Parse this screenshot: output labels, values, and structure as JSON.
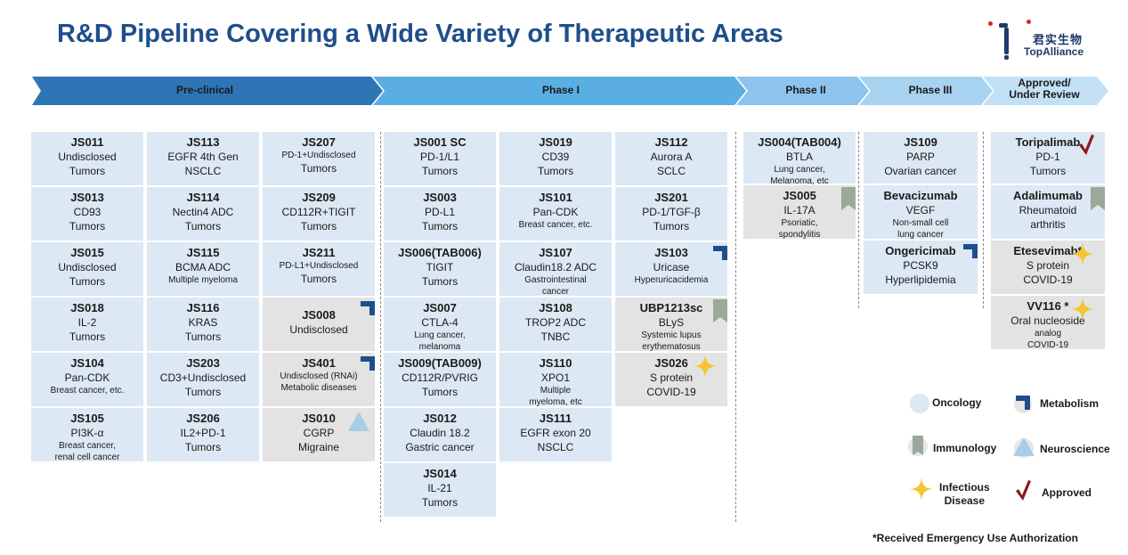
{
  "title": "R&D Pipeline Covering a Wide Variety of Therapeutic Areas",
  "logo": {
    "cn": "君实生物",
    "en": "TopAlliance"
  },
  "phases": [
    {
      "label": "Pre-clinical"
    },
    {
      "label": "Phase I"
    },
    {
      "label": "Phase II"
    },
    {
      "label": "Phase III"
    },
    {
      "label_1": "Approved/",
      "label_2": "Under Review"
    }
  ],
  "colors": {
    "preclinical": "#2e75b6",
    "phase1": "#5aaee2",
    "phase2": "#8cc4ee",
    "phase3": "#a8d3f0",
    "approved": "#c2e0f6",
    "oncology_card": "#dce8f3",
    "other_card": "#e3e3e3",
    "title": "#1f4e8c",
    "metabolism": "#1f4e8c",
    "immunology": "#9aa99a",
    "neuroscience": "#a9cde6",
    "infectious": "#f5c531",
    "approved_check": "#8b1a1a"
  },
  "cards": [
    {
      "lines": [
        "JS011",
        "Undisclosed",
        "Tumors"
      ],
      "icon": null
    },
    {
      "lines": [
        "JS113",
        "EGFR 4th Gen",
        "NSCLC"
      ],
      "icon": null
    },
    {
      "lines": [
        "JS207",
        "PD-1+Undisclosed",
        "Tumors"
      ],
      "icon": null
    },
    {
      "lines": [
        "JS013",
        "CD93",
        "Tumors"
      ],
      "icon": null
    },
    {
      "lines": [
        "JS114",
        "Nectin4 ADC",
        "Tumors"
      ],
      "icon": null
    },
    {
      "lines": [
        "JS209",
        "CD112R+TIGIT",
        "Tumors"
      ],
      "icon": null
    },
    {
      "lines": [
        "JS015",
        "Undisclosed",
        "Tumors"
      ],
      "icon": null
    },
    {
      "lines": [
        "JS115",
        "BCMA ADC",
        "Multiple myeloma"
      ],
      "icon": null
    },
    {
      "lines": [
        "JS211",
        "PD-L1+Undisclosed",
        "Tumors"
      ],
      "icon": null
    },
    {
      "lines": [
        "JS018",
        "IL-2",
        "Tumors"
      ],
      "icon": null
    },
    {
      "lines": [
        "JS116",
        "KRAS",
        "Tumors"
      ],
      "icon": null
    },
    {
      "lines": [
        "JS008",
        "Undisclosed"
      ],
      "icon": "metabolism"
    },
    {
      "lines": [
        "JS104",
        "Pan-CDK",
        "Breast cancer, etc."
      ],
      "icon": null
    },
    {
      "lines": [
        "JS203",
        "CD3+Undisclosed",
        "Tumors"
      ],
      "icon": null
    },
    {
      "lines": [
        "JS401",
        "Undisclosed (RNAi)",
        "Metabolic diseases"
      ],
      "icon": "metabolism"
    },
    {
      "lines": [
        "JS105",
        "PI3K-α",
        "Breast cancer,",
        "renal cell cancer"
      ],
      "icon": null
    },
    {
      "lines": [
        "JS206",
        "IL2+PD-1",
        "Tumors"
      ],
      "icon": null
    },
    {
      "lines": [
        "JS010",
        "CGRP",
        "Migraine"
      ],
      "icon": "neuroscience"
    },
    {
      "lines": [
        "JS001 SC",
        "PD-1/L1",
        "Tumors"
      ],
      "icon": null
    },
    {
      "lines": [
        "JS019",
        "CD39",
        "Tumors"
      ],
      "icon": null
    },
    {
      "lines": [
        "JS112",
        "Aurora A",
        "SCLC"
      ],
      "icon": null
    },
    {
      "lines": [
        "JS003",
        "PD-L1",
        "Tumors"
      ],
      "icon": null
    },
    {
      "lines": [
        "JS101",
        "Pan-CDK",
        "Breast cancer, etc."
      ],
      "icon": null
    },
    {
      "lines": [
        "JS201",
        "PD-1/TGF-β",
        "Tumors"
      ],
      "icon": null
    },
    {
      "lines": [
        "JS006(TAB006)",
        "TIGIT",
        "Tumors"
      ],
      "icon": null
    },
    {
      "lines": [
        "JS107",
        "Claudin18.2 ADC",
        "Gastrointestinal",
        "cancer"
      ],
      "icon": null
    },
    {
      "lines": [
        "JS103",
        "Uricase",
        "Hyperuricacidemia"
      ],
      "icon": "metabolism"
    },
    {
      "lines": [
        "JS007",
        "CTLA-4",
        "Lung cancer,",
        "melanoma"
      ],
      "icon": null
    },
    {
      "lines": [
        "JS108",
        "TROP2 ADC",
        "TNBC"
      ],
      "icon": null
    },
    {
      "lines": [
        "UBP1213sc",
        "BLyS",
        "Systemic lupus",
        "erythematosus"
      ],
      "icon": "immunology"
    },
    {
      "lines": [
        "JS009(TAB009)",
        "CD112R/PVRIG",
        "Tumors"
      ],
      "icon": null
    },
    {
      "lines": [
        "JS110",
        "XPO1",
        "Multiple",
        "myeloma, etc"
      ],
      "icon": null
    },
    {
      "lines": [
        "JS026",
        "S protein",
        "COVID-19"
      ],
      "icon": "infectious"
    },
    {
      "lines": [
        "JS012",
        "Claudin 18.2",
        "Gastric cancer"
      ],
      "icon": null
    },
    {
      "lines": [
        "JS111",
        "EGFR exon 20",
        "NSCLC"
      ],
      "icon": null
    },
    {
      "lines": [
        "JS014",
        "IL-21",
        "Tumors"
      ],
      "icon": null
    },
    {
      "lines": [
        "JS004(TAB004)",
        "BTLA",
        "Lung cancer,",
        "Melanoma, etc"
      ],
      "icon": null
    },
    {
      "lines": [
        "JS005",
        "IL-17A",
        "Psoriatic,",
        "spondylitis"
      ],
      "icon": "immunology"
    },
    {
      "lines": [
        "JS109",
        "PARP",
        "Ovarian cancer"
      ],
      "icon": null
    },
    {
      "lines": [
        "Bevacizumab",
        "VEGF",
        "Non-small cell",
        "lung cancer"
      ],
      "icon": null
    },
    {
      "lines": [
        "Ongericimab",
        "PCSK9",
        "Hyperlipidemia"
      ],
      "icon": "metabolism"
    },
    {
      "lines": [
        "Toripalimab",
        "PD-1",
        "Tumors"
      ],
      "icon": "approved"
    },
    {
      "lines": [
        "Adalimumab",
        "Rheumatoid",
        "arthritis"
      ],
      "icon": "immunology"
    },
    {
      "lines": [
        "Etesevimab*",
        "S protein",
        "COVID-19"
      ],
      "icon": "infectious"
    },
    {
      "lines": [
        "VV116 *",
        "Oral nucleoside",
        "analog",
        "COVID-19"
      ],
      "icon": "infectious"
    }
  ],
  "legend": {
    "oncology": "Oncology",
    "metabolism": "Metabolism",
    "immunology": "Immunology",
    "neuroscience": "Neuroscience",
    "infectious_1": "Infectious",
    "infectious_2": "Disease",
    "approved": "Approved"
  },
  "footnote": "*Received Emergency Use Authorization"
}
